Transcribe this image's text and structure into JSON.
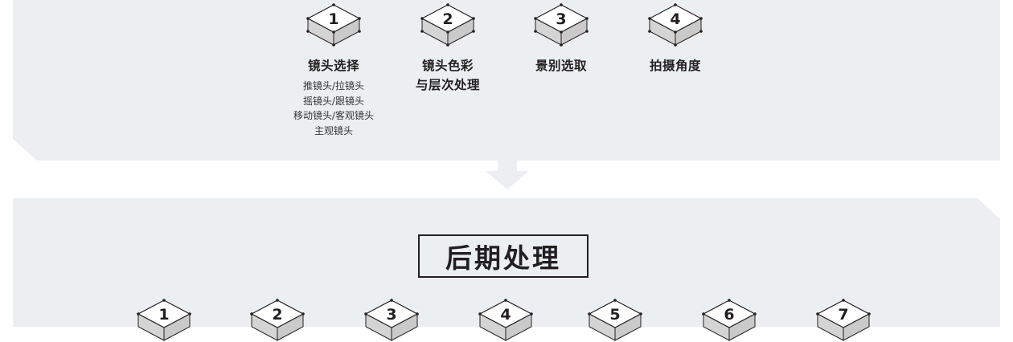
{
  "top_section": {
    "steps": [
      {
        "number": "1",
        "title": "镜头选择",
        "details": [
          "推镜头/拉镜头",
          "摇镜头/跟镜头",
          "移动镜头/客观镜头",
          "主观镜头"
        ]
      },
      {
        "number": "2",
        "title": "镜头色彩\n与层次处理",
        "details": []
      },
      {
        "number": "3",
        "title": "景别选取",
        "details": []
      },
      {
        "number": "4",
        "title": "拍摄角度",
        "details": []
      }
    ]
  },
  "arrow": {
    "icon": "down-arrow-icon"
  },
  "bottom_section": {
    "title": "后期处理",
    "steps": [
      {
        "number": "1"
      },
      {
        "number": "2"
      },
      {
        "number": "3"
      },
      {
        "number": "4"
      },
      {
        "number": "5"
      },
      {
        "number": "6"
      },
      {
        "number": "7"
      }
    ]
  },
  "colors": {
    "panel_bg": "#ebeff2",
    "text": "#231f20",
    "box_side": "#d4d4d4",
    "box_top": "#ffffff"
  }
}
